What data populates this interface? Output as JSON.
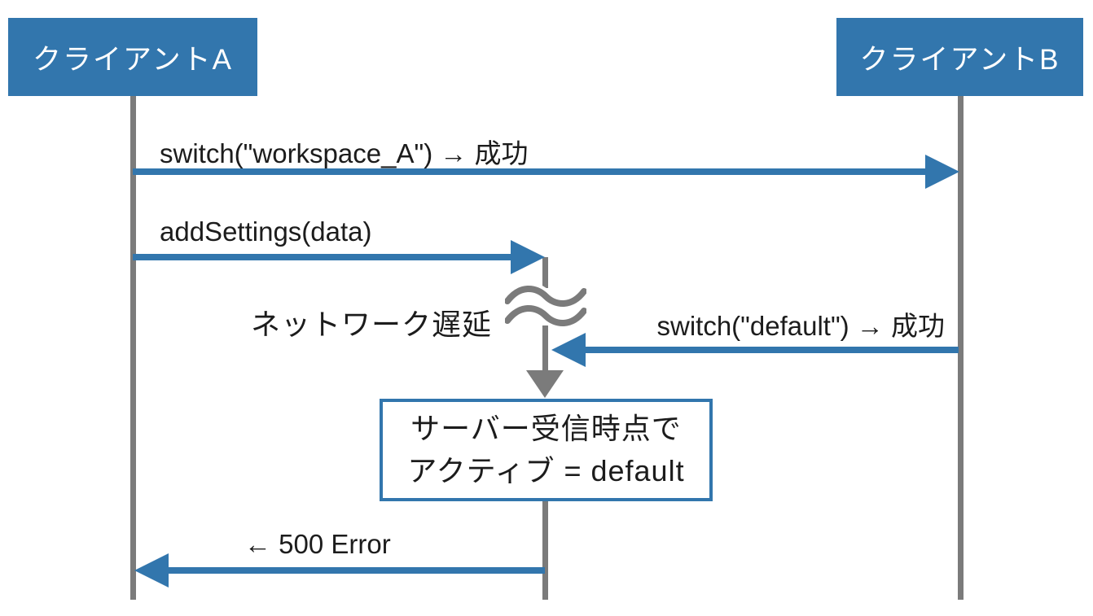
{
  "actors": {
    "a": "クライアントA",
    "b": "クライアントB"
  },
  "messages": {
    "m1": "switch(\"workspace_A\") → 成功",
    "m2": "addSettings(data)",
    "delay": "ネットワーク遅延",
    "m3": "switch(\"default\") → 成功",
    "m4": "← 500 Error"
  },
  "note": {
    "line1": "サーバー受信時点で",
    "line2": "アクティブ = default"
  },
  "colors": {
    "accent": "#3276ad",
    "lifeline_gray": "#7b7b7b",
    "text": "#1c1c1c",
    "actor_text": "#ffffff",
    "background": "#ffffff"
  }
}
